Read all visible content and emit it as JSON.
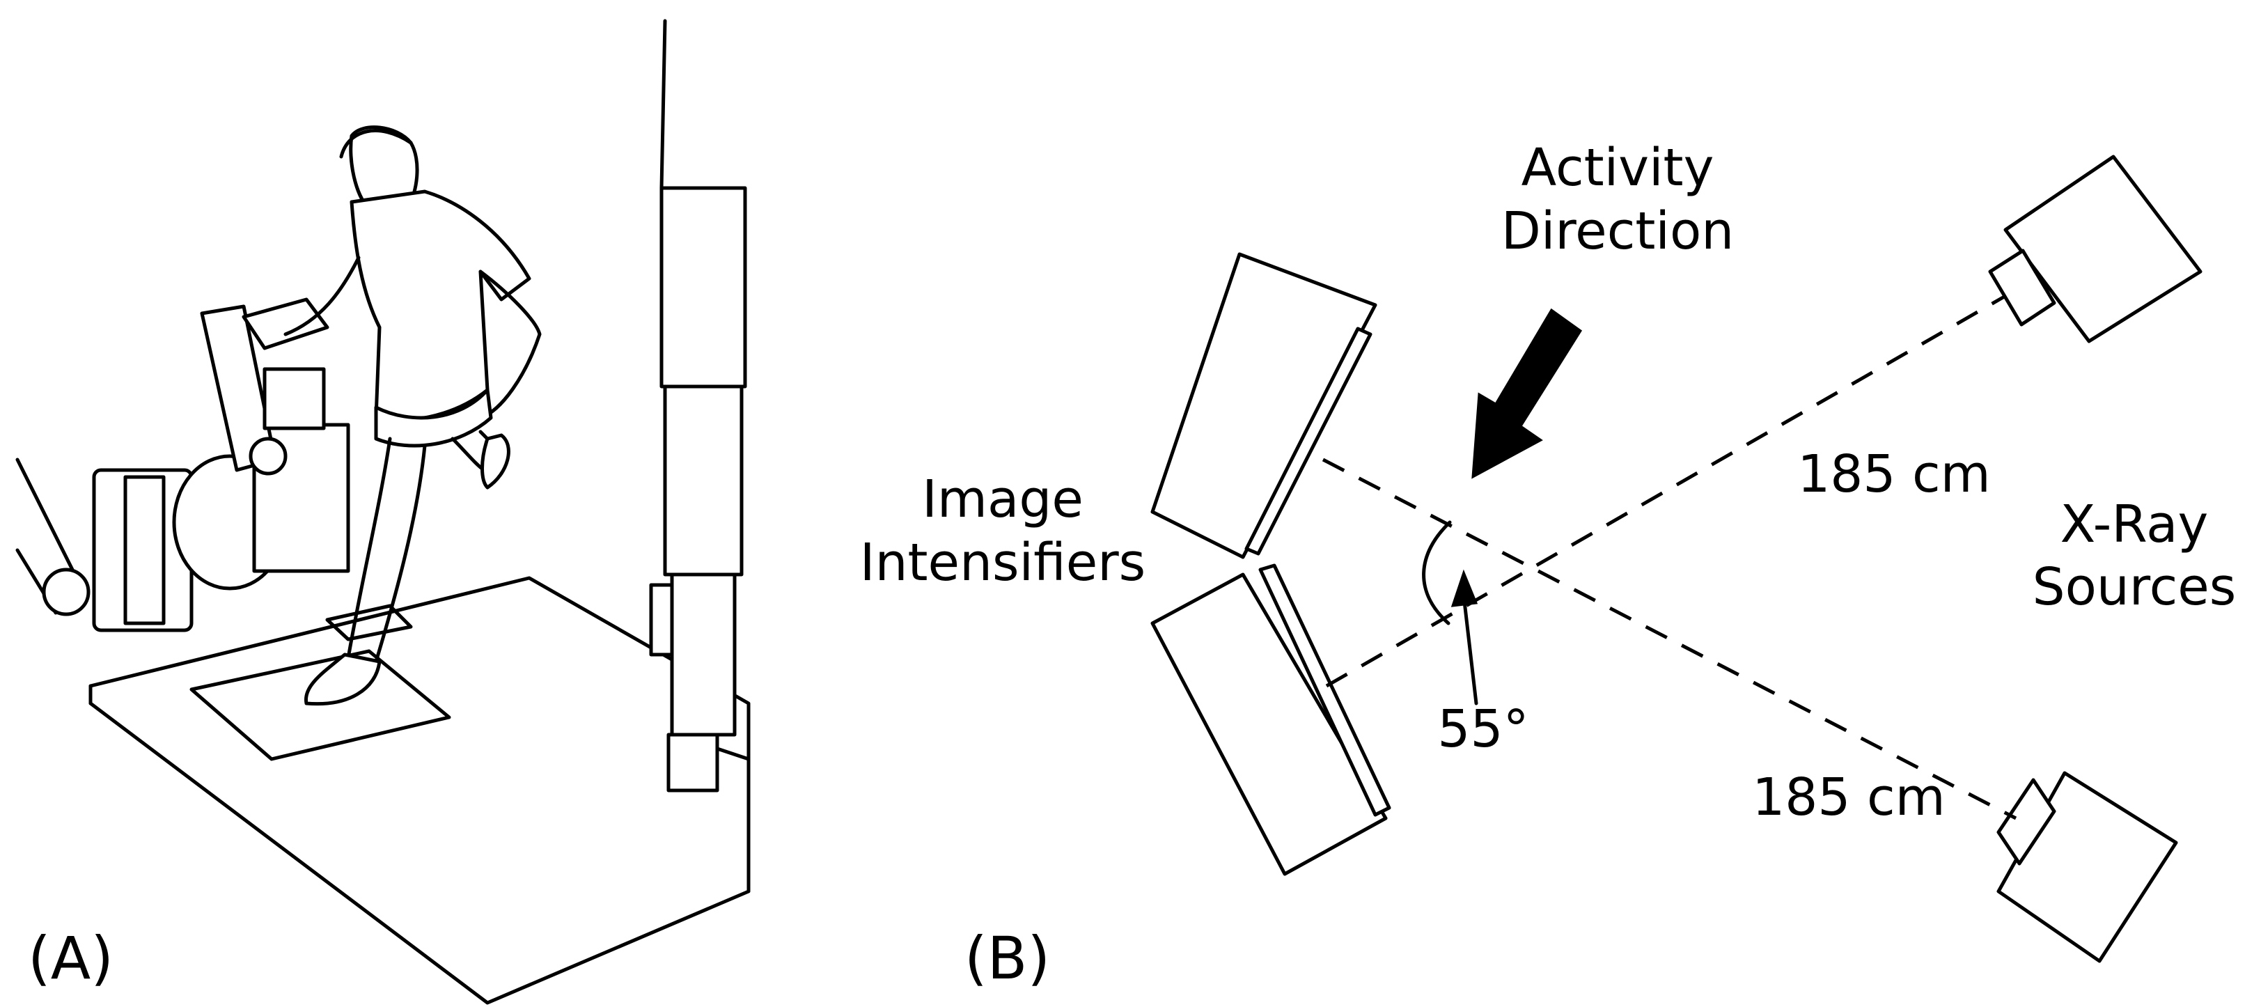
{
  "panels": [
    {
      "id": "A",
      "label": "(A)"
    },
    {
      "id": "B",
      "label": "(B)"
    }
  ],
  "diagram_b": {
    "activity_direction_line1": "Activity",
    "activity_direction_line2": "Direction",
    "image_intensifiers_line1": "Image",
    "image_intensifiers_line2": "Intensifiers",
    "xray_sources_line1": "X-Ray",
    "xray_sources_line2": "Sources",
    "distance_upper": "185 cm",
    "distance_lower": "185 cm",
    "angle": "55°"
  },
  "colors": {
    "line": "#000000",
    "background": "#ffffff"
  }
}
